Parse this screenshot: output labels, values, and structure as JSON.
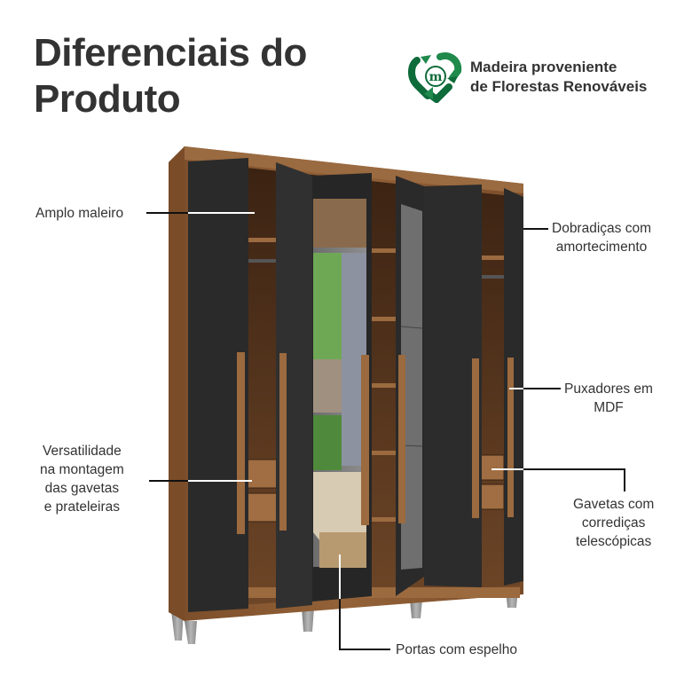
{
  "header": {
    "title_line1": "Diferenciais do",
    "title_line2": "Produto"
  },
  "badge": {
    "icon": "recycle-heart-icon",
    "logo_letter": "m",
    "line1": "Madeira proveniente",
    "line2": "de Florestas Renováveis",
    "color_dark": "#0e6b3a",
    "color_light": "#1f8a4c"
  },
  "callouts": [
    {
      "id": "amplo-maleiro",
      "lines": [
        "Amplo maleiro"
      ]
    },
    {
      "id": "dobradicas",
      "lines": [
        "Dobradiças com",
        "amortecimento"
      ]
    },
    {
      "id": "puxadores",
      "lines": [
        "Puxadores em",
        "MDF"
      ]
    },
    {
      "id": "versatilidade",
      "lines": [
        "Versatilidade",
        "na montagem",
        "das gavetas",
        "e prateleiras"
      ]
    },
    {
      "id": "gavetas",
      "lines": [
        "Gavetas com",
        "corrediças",
        "telescópicas"
      ]
    },
    {
      "id": "portas-espelho",
      "lines": [
        "Portas com espelho"
      ]
    }
  ],
  "colors": {
    "wood": "#8a5a33",
    "wood_dark": "#4a2e18",
    "door": "#2a2a2a",
    "mirror": "#7d7d7d",
    "legs": "#9a9a9a",
    "text": "#333333"
  }
}
